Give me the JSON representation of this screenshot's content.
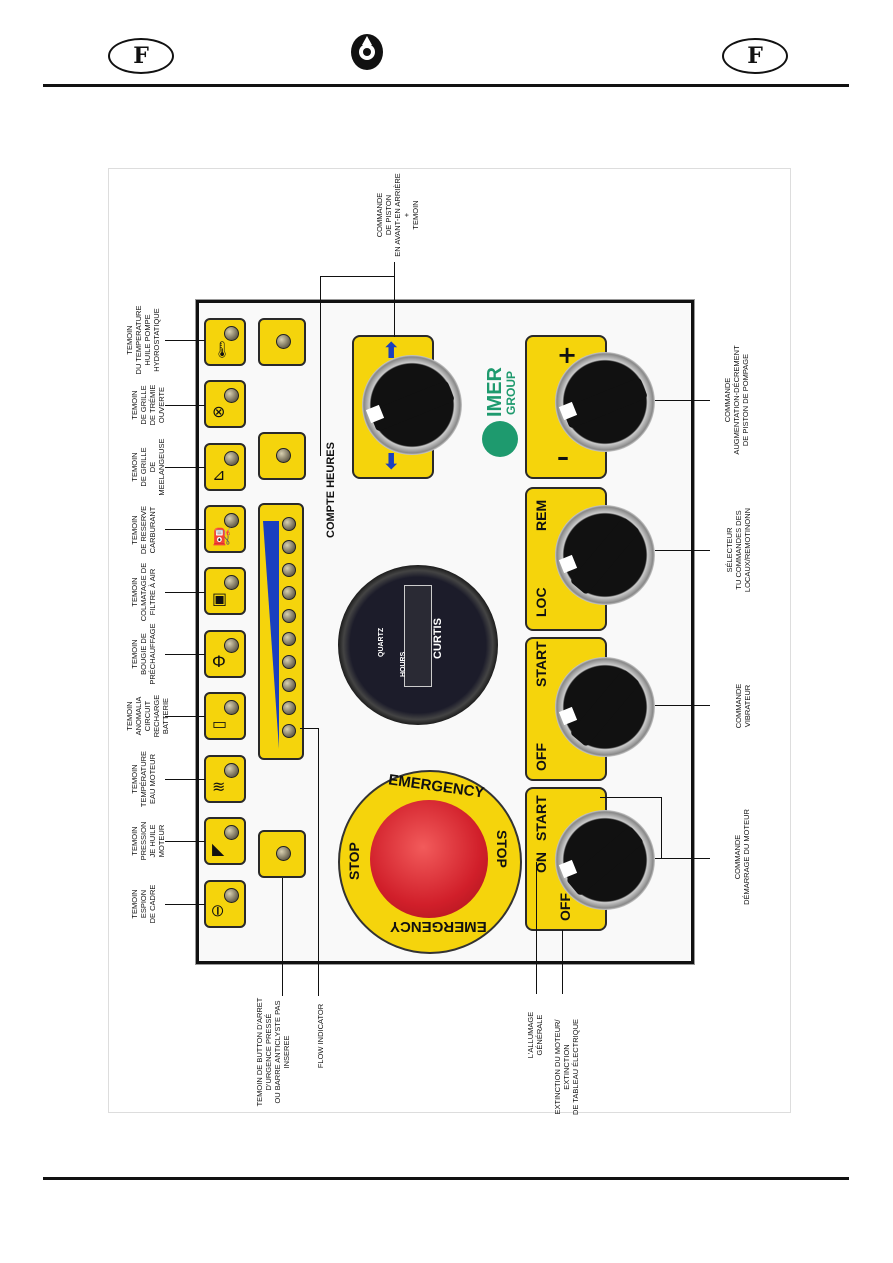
{
  "header": {
    "badge_left": "F",
    "badge_right": "F"
  },
  "panel": {
    "compte_heures": "COMPTE HEURES",
    "brand": "IMER",
    "brand2": "GROUP",
    "meter_quartz": "QUARTZ",
    "meter_hours": "HOURS",
    "meter_brand": "CURTIS",
    "rem": "REM",
    "loc": "LOC",
    "start1": "START",
    "off1": "OFF",
    "start2": "START",
    "on2": "ON",
    "off2": "OFF",
    "plus": "+",
    "minus": "–",
    "emergency_top": "EMERGENCY",
    "emergency_bottom": "EMERGENCY",
    "stop_left": "STOP",
    "stop_right": "STOP"
  },
  "labels": {
    "temp_huile_pompe": "TEMOIN\nDU TEMPERATURE\nHUILE POMPE\nHYDROSTATIQUE",
    "grille_tremie": "TEMOIN\nDE GRILLE\nDE TRÉMIE\nOUVERTE",
    "grille_melangeuse": "TEMOIN\nDE GRILLE\nDE\nMEELANGEUSE",
    "reserve_carburant": "TEMOIN\nDE RESERVE\nCARBURANT",
    "colmatage_filtre": "TEMOIN\nCOLMATAGE DE\nFILTRE À AIR",
    "bougie": "TEMOIN\nBOUGIE DE\nPRÉCHAUFFAGE",
    "anomalia": "TEMOIN\nANOMALIA\nCIRCUIT\nRECHARGE\nBATTERIE",
    "temp_eau": "TEMOIN\nTEMPÉRATURE\nEAU MOTEUR",
    "pression_huile": "TEMOIN\nPRESSION\nJE HUILE\nMOTEUR",
    "espion_cadre": "TEMOIN\nESPION\nDE CADRE",
    "piston": "COMMANDE\nDE PISTON\nEN AVANT-EN ARRIÈRE\n+\nTEMOIN",
    "augmentation": "COMMANDE\nAUGMENTATION-DÉCREMENT\nDE PISTON DE POMPAGE",
    "selecteur": "SÉLECTEUR\nTU COMMANDES DES\nLOCAUX/REMOTINONN",
    "vibrateur": "COMMANDE\nVIBRATEUR",
    "demarrage": "COMMANDE\nDÉMARRAGE DU MOTEUR",
    "button_arret": "TEMOIN DE BUTTON D'ARRET\nD'URGENCE PRESSÉ\nOU BARRE ANTICLYSTE PAS\nINSEREE",
    "flow": "FLOW INDICATOR",
    "allumage": "L'ALLUMAGE\nGÉNÉRALE",
    "extinction": "EXTINCTION DU MOTEUR/\nEXTINCTION\nDE TABLEAU ÉLECTRIQUE"
  }
}
